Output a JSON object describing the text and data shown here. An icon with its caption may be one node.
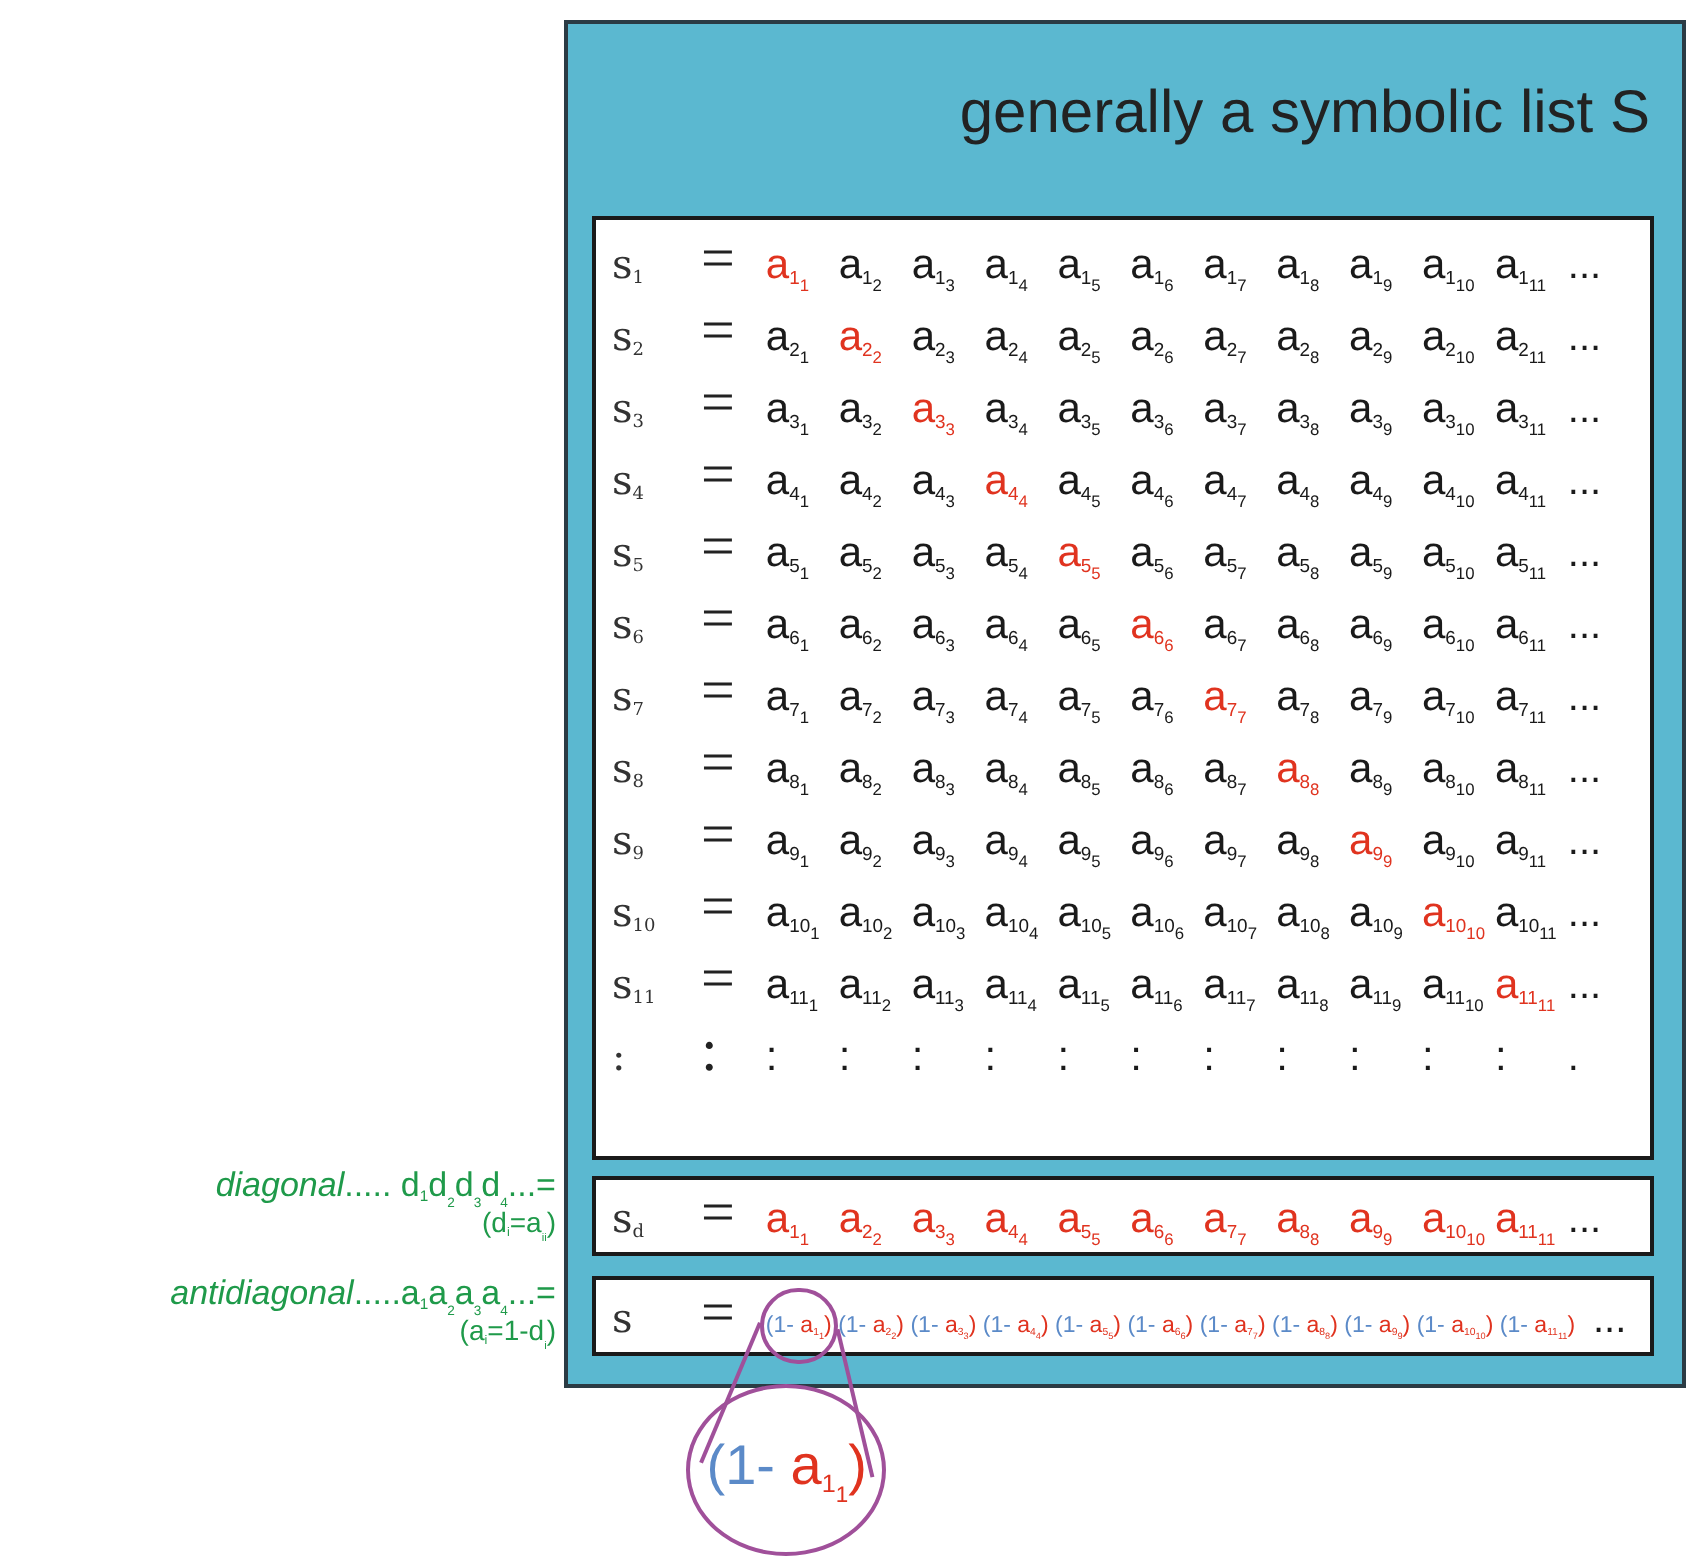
{
  "diagram": {
    "nodes": [
      {
        "text": [
          "generally a symbolic list S"
        ]
      },
      {
        "text": [
          "s$_{1}$ = a$_{1}$$_{1}$ a$_{1}$$_{2}$ a$_{1}$$_{3}$ a$_{1}$$_{4}$ a$_{1}$$_{5}$ a$_{1}$$_{6}$ a$_{1}$$_{7}$ a$_{1}$$_{8}$ a$_{1}$$_{9}$ a$_{1}$$_{10}$ a$_{1}$$_{11}$ ...",
          "s$_{2}$ = a$_{2}$$_{1}$ a$_{2}$$_{2}$ a$_{2}$$_{3}$ a$_{2}$$_{4}$ a$_{2}$$_{5}$ a$_{2}$$_{6}$ a$_{2}$$_{7}$ a$_{2}$$_{8}$ a$_{2}$$_{9}$ a$_{2}$$_{10}$ a$_{2}$$_{11}$ ...",
          "s$_{3}$ = a$_{3}$$_{1}$ a$_{3}$$_{2}$ a$_{3}$$_{3}$ a$_{3}$$_{4}$ a$_{3}$$_{5}$ a$_{3}$$_{6}$ a$_{3}$$_{7}$ a$_{3}$$_{8}$ a$_{3}$$_{9}$ a$_{3}$$_{10}$ a$_{3}$$_{11}$ ...",
          "s$_{4}$ = a$_{4}$$_{1}$ a$_{4}$$_{2}$ a$_{4}$$_{3}$ a$_{4}$$_{4}$ a$_{4}$$_{5}$ a$_{4}$$_{6}$ a$_{4}$$_{7}$ a$_{4}$$_{8}$ a$_{4}$$_{9}$ a$_{4}$$_{10}$ a$_{4}$$_{11}$ ...",
          "s$_{5}$ = a$_{5}$$_{1}$ a$_{5}$$_{2}$ a$_{5}$$_{3}$ a$_{5}$$_{4}$ a$_{5}$$_{5}$ a$_{5}$$_{6}$ a$_{5}$$_{7}$ a$_{5}$$_{8}$ a$_{5}$$_{9}$ a$_{5}$$_{10}$ a$_{5}$$_{11}$ ...",
          "s$_{6}$ = a$_{6}$$_{1}$ a$_{6}$$_{2}$ a$_{6}$$_{3}$ a$_{6}$$_{4}$ a$_{6}$$_{5}$ a$_{6}$$_{6}$ a$_{6}$$_{7}$ a$_{6}$$_{8}$ a$_{6}$$_{9}$ a$_{6}$$_{10}$ a$_{6}$$_{11}$ ...",
          "s$_{7}$ = a$_{7}$$_{1}$ a$_{7}$$_{2}$ a$_{7}$$_{3}$ a$_{7}$$_{4}$ a$_{7}$$_{5}$ a$_{7}$$_{6}$ a$_{7}$$_{7}$ a$_{7}$$_{8}$ a$_{7}$$_{9}$ a$_{7}$$_{10}$ a$_{7}$$_{11}$ ...",
          "s$_{8}$ = a$_{8}$$_{1}$ a$_{8}$$_{2}$ a$_{8}$$_{3}$ a$_{8}$$_{4}$ a$_{8}$$_{5}$ a$_{8}$$_{6}$ a$_{8}$$_{7}$ a$_{8}$$_{8}$ a$_{8}$$_{9}$ a$_{8}$$_{10}$ a$_{8}$$_{11}$ ...",
          "s$_{9}$ = a$_{9}$$_{1}$ a$_{9}$$_{2}$ a$_{9}$$_{3}$ a$_{9}$$_{4}$ a$_{9}$$_{5}$ a$_{9}$$_{6}$ a$_{9}$$_{7}$ a$_{9}$$_{8}$ a$_{9}$$_{9}$ a$_{9}$$_{10}$ a$_{9}$$_{11}$ ...",
          "s$_{10}$ = a$_{10}$$_{1}$ a$_{10}$$_{2}$ a$_{10}$$_{3}$ a$_{10}$$_{4}$ a$_{10}$$_{5}$ a$_{10}$$_{6}$ a$_{10}$$_{7}$ a$_{10}$$_{8}$ a$_{10}$$_{9}$ a$_{10}$$_{10}$ a$_{10}$$_{11}$ ...",
          "s$_{11}$ = a$_{11}$$_{1}$ a$_{11}$$_{2}$ a$_{11}$$_{3}$ a$_{11}$$_{4}$ a$_{11}$$_{5}$ a$_{11}$$_{6}$ a$_{11}$$_{7}$ a$_{11}$$_{8}$ a$_{11}$$_{9}$ a$_{11}$$_{10}$ a$_{11}$$_{11}$ ...",
          ": : : : : : : : : : : : : ."
        ],
        "in": 0
      },
      {
        "text": [
          "s$_{d}$ = a$_{1}$$_{1}$ a$_{2}$$_{2}$ a$_{3}$$_{3}$ a$_{4}$$_{4}$ a$_{5}$$_{5}$ a$_{6}$$_{6}$ a$_{7}$$_{7}$ a$_{8}$$_{8}$ a$_{9}$$_{9}$ a$_{10}$$_{10}$ a$_{11}$$_{11}$ ..."
        ],
        "in": 0
      },
      {
        "text": [
          "s = (1- a$_{1}$$_{1}$) (1- a$_{2}$$_{2}$) (1- a$_{3}$$_{3}$) (1- a$_{4}$$_{4}$) (1- a$_{5}$$_{5}$) (1- a$_{6}$$_{6}$) (1- a$_{7}$$_{7}$) (1- a$_{8}$$_{8}$) (1- a$_{9}$$_{9}$) (1- a$_{10}$$_{10}$) (1- a$_{11}$$_{11}$) ..."
        ],
        "in": 0
      },
      {
        "text": [],
        "shape": "circle",
        "in": 3
      },
      {
        "text": [
          "(1- a$_{1}$$_{1}$)"
        ]
      }
    ],
    "edges": [
      {
        "from": 4,
        "to": 5,
        "arrow": "none"
      },
      {
        "from": 4,
        "to": 5,
        "arrow": "none"
      }
    ],
    "labels": [
      "*diagonal*..... d$_{1}$d$_{2}$d$_{3}$d$_{4}$...=",
      "(d$_{i}$=a$_{ii}$)",
      "*antidiagonal*.....a$_{1}$a$_{2}$a$_{3}$a$_{4}$...=",
      "(a$_{i}$=1-d$_{i}$)"
    ]
  }
}
